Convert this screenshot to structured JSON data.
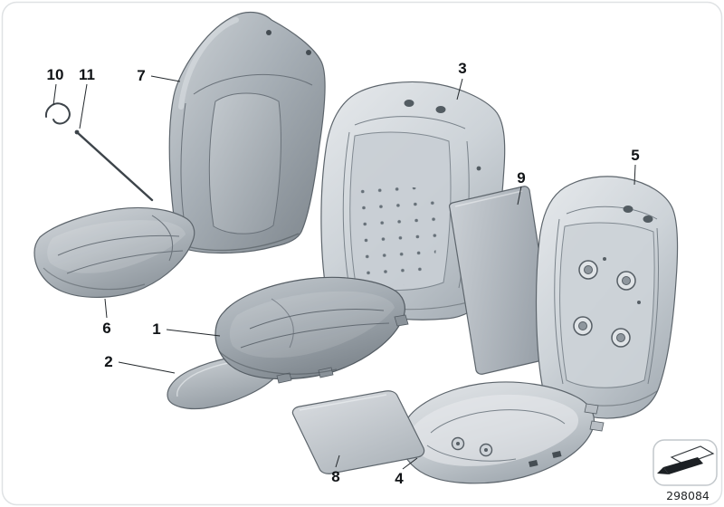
{
  "figure": {
    "drawing_number": "298084"
  },
  "callouts": [
    {
      "label": "1"
    },
    {
      "label": "2"
    },
    {
      "label": "3"
    },
    {
      "label": "4"
    },
    {
      "label": "5"
    },
    {
      "label": "6"
    },
    {
      "label": "7"
    },
    {
      "label": "8"
    },
    {
      "label": "9"
    },
    {
      "label": "10"
    },
    {
      "label": "11"
    }
  ]
}
